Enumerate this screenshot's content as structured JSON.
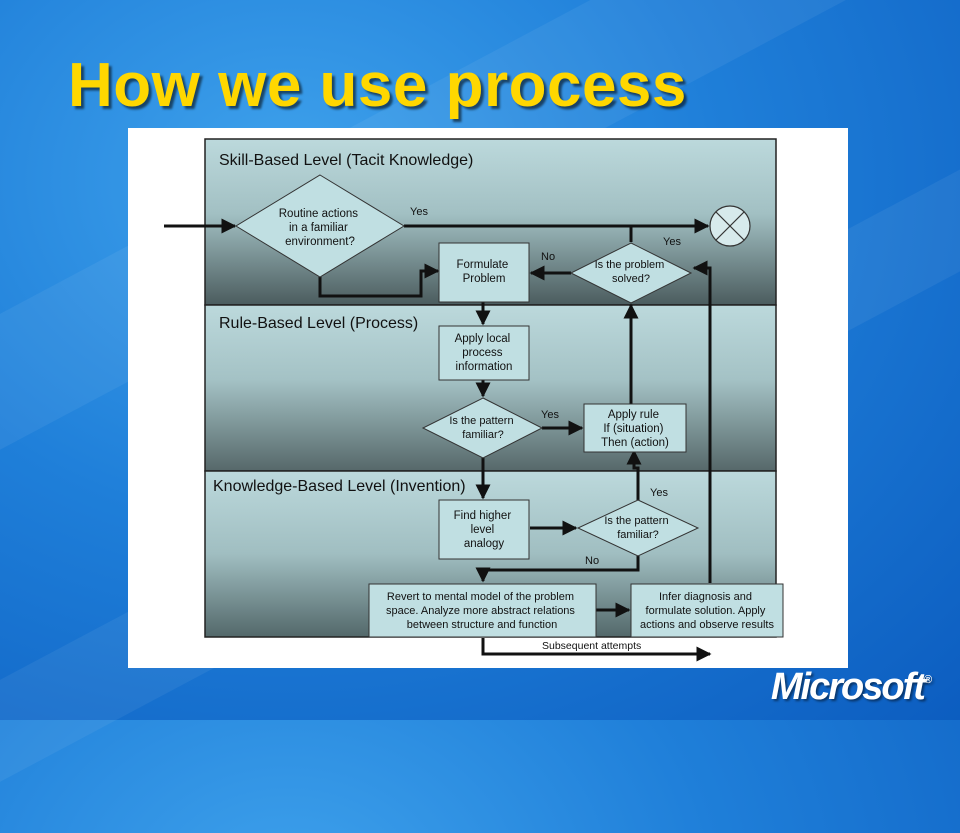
{
  "slide": {
    "title": "How we use process",
    "logo_text": "Microsoft",
    "logo_mark": "®"
  },
  "diagram": {
    "levels": {
      "skill": "Skill-Based Level (Tacit Knowledge)",
      "rule": "Rule-Based Level (Process)",
      "knowledge": "Knowledge-Based Level (Invention)"
    },
    "nodes": {
      "routine": [
        "Routine actions",
        "in a familiar",
        "environment?"
      ],
      "formulate": [
        "Formulate",
        "Problem"
      ],
      "solved": [
        "Is the problem",
        "solved?"
      ],
      "apply_local": [
        "Apply local",
        "process",
        "information"
      ],
      "pattern_rule": [
        "Is the pattern",
        "familiar?"
      ],
      "apply_rule": [
        "Apply rule",
        "If (situation)",
        "Then (action)"
      ],
      "find_higher": [
        "Find higher",
        "level",
        "analogy"
      ],
      "pattern_knowledge": [
        "Is the pattern",
        "familiar?"
      ],
      "revert": [
        "Revert to mental model of the problem",
        "space. Analyze more abstract relations",
        "between structure and function"
      ],
      "infer": [
        "Infer diagnosis and",
        "formulate solution. Apply",
        "actions and observe results"
      ]
    },
    "labels": {
      "yes_routine": "Yes",
      "yes_solved": "Yes",
      "no_solved": "No",
      "yes_pattern_rule": "Yes",
      "yes_pattern_knowledge": "Yes",
      "no_pattern_knowledge": "No",
      "subsequent": "Subsequent attempts"
    },
    "icons": {
      "terminal": "x-circle-icon"
    }
  }
}
